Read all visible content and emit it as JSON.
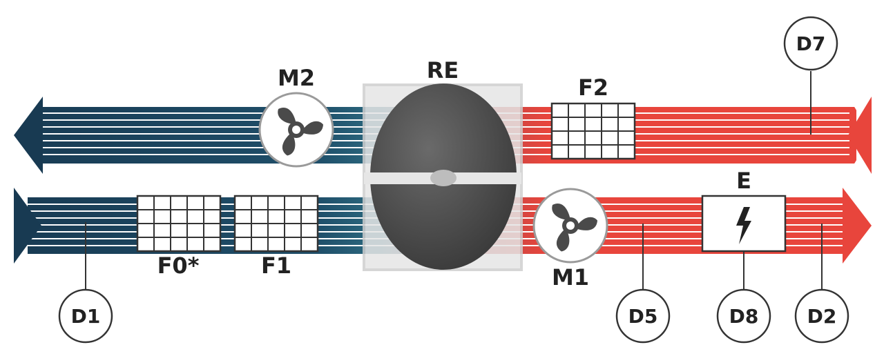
{
  "labels": {
    "fan_top": "M2",
    "fan_bottom": "M1",
    "recuperator": "RE",
    "filter_top": "F2",
    "filter_pre": "F0*",
    "filter_main": "F1",
    "heater": "E"
  },
  "sensors": [
    "D1",
    "D5",
    "D8",
    "D2",
    "D7"
  ],
  "colors": {
    "cold": "#183a52",
    "cold_mid": "#1f4f6a",
    "warm": "#e8453c",
    "rotor": "#444444",
    "fan_blade": "#4a4a4a",
    "housing": "#e6e6e6",
    "housing_border": "#cfcfcf"
  },
  "icons": {
    "fan": "fan-icon",
    "heater": "lightning-bolt-icon"
  }
}
